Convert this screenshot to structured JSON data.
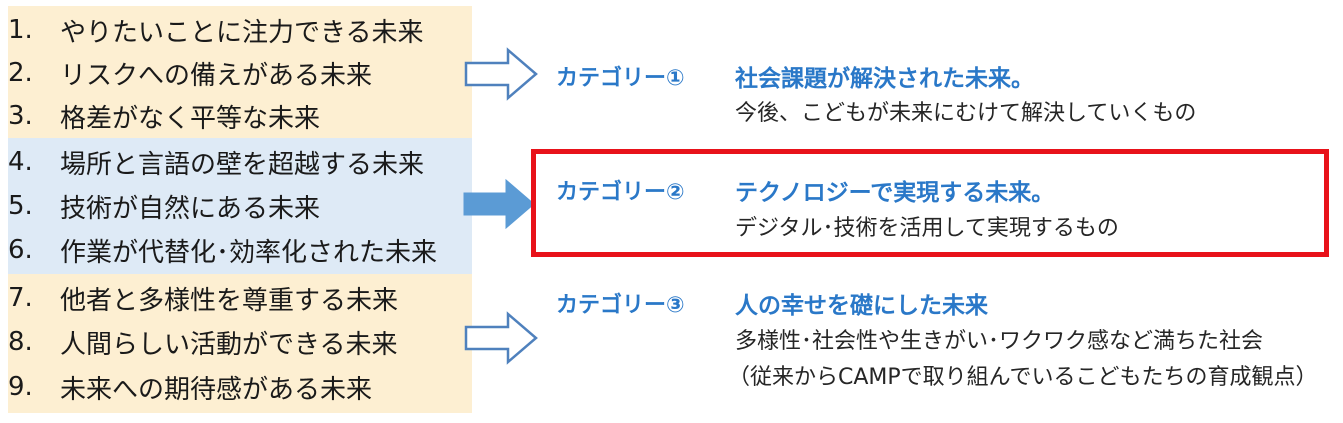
{
  "colors": {
    "group1_bg": "#fdefd2",
    "group2_bg": "#deeaf6",
    "group3_bg": "#fdefd2",
    "category_blue": "#2a78c8",
    "arrow_outline": "#4f81bd",
    "arrow_fill": "#5b9bd5",
    "highlight_red": "#e8121a"
  },
  "groups": [
    {
      "items": [
        {
          "num": "1.",
          "text": "やりたいことに注力できる未来"
        },
        {
          "num": "2.",
          "text": "リスクへの備えがある未来"
        },
        {
          "num": "3.",
          "text": "格差がなく平等な未来"
        }
      ]
    },
    {
      "items": [
        {
          "num": "4.",
          "text": "場所と言語の壁を超越する未来"
        },
        {
          "num": "5.",
          "text": "技術が自然にある未来"
        },
        {
          "num": "6.",
          "text": "作業が代替化･効率化された未来"
        }
      ]
    },
    {
      "items": [
        {
          "num": "7.",
          "text": "他者と多様性を尊重する未来"
        },
        {
          "num": "8.",
          "text": "人間らしい活動ができる未来"
        },
        {
          "num": "9.",
          "text": "未来への期待感がある未来"
        }
      ]
    }
  ],
  "categories": [
    {
      "label": "カテゴリー①",
      "title": "社会課題が解決された未来。",
      "desc": [
        "今後、こどもが未来にむけて解決していくもの"
      ]
    },
    {
      "label": "カテゴリー②",
      "title": "テクノロジーで実現する未来。",
      "desc": [
        "デジタル･技術を活用して実現するもの"
      ]
    },
    {
      "label": "カテゴリー③",
      "title": "人の幸せを礎にした未来",
      "desc": [
        "多様性･社会性や生きがい･ワクワク感など満ちた社会",
        "（従来からCAMPで取り組んでいるこどもたちの育成観点）"
      ]
    }
  ]
}
